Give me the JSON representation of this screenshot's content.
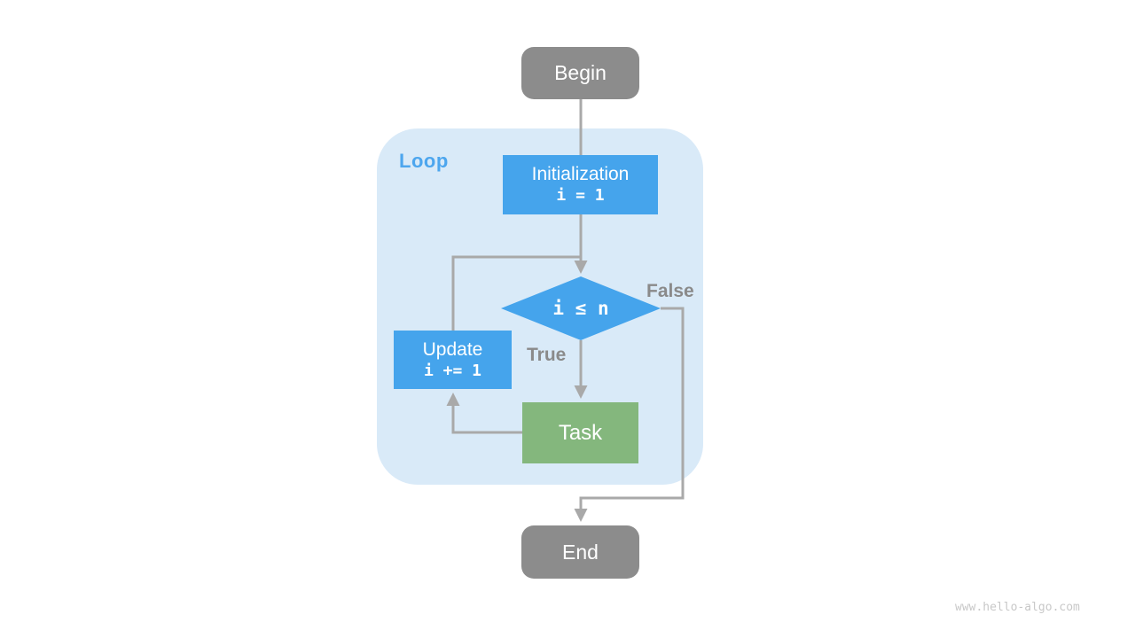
{
  "colors": {
    "node_blue": "#45A4EC",
    "node_green": "#84B77D",
    "node_gray": "#8C8C8C",
    "loop_bg": "#D9EAF8",
    "loop_label": "#4DA6EE",
    "arrow": "#A9A9A9",
    "edge_label": "#8A8A8A",
    "watermark": "#C8C8C8"
  },
  "diagram": {
    "loop_label": "Loop",
    "nodes": {
      "begin": {
        "label": "Begin"
      },
      "init": {
        "label": "Initialization",
        "code": "i = 1"
      },
      "cond": {
        "code": "i ≤ n"
      },
      "update": {
        "label": "Update",
        "code": "i += 1"
      },
      "task": {
        "label": "Task"
      },
      "end": {
        "label": "End"
      }
    },
    "edge_labels": {
      "true": "True",
      "false": "False"
    }
  },
  "footer": {
    "watermark": "www.hello-algo.com"
  }
}
